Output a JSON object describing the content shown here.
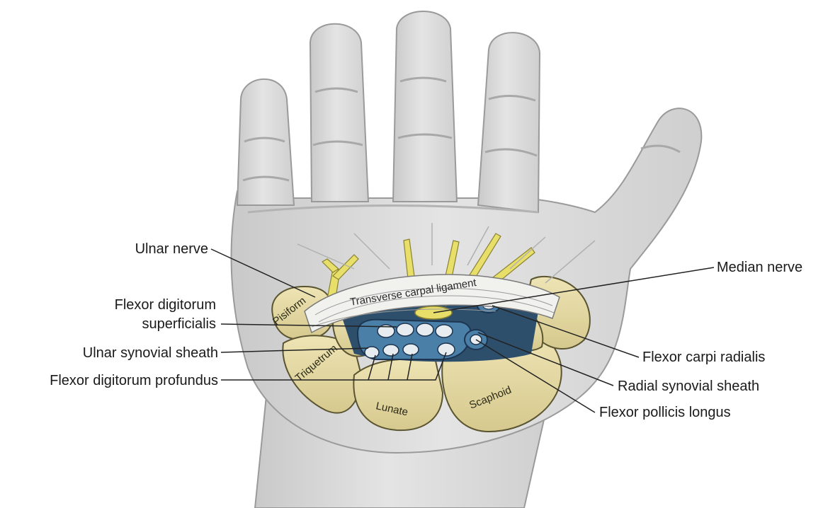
{
  "labels": {
    "ulnar_nerve": "Ulnar nerve",
    "fds_line1": "Flexor digitorum",
    "fds_line2": "superficialis",
    "ulnar_synovial_sheath": "Ulnar synovial sheath",
    "fdp": "Flexor digitorum profundus",
    "median_nerve": "Median nerve",
    "flexor_carpi_radialis": "Flexor carpi radialis",
    "radial_synovial_sheath": "Radial synovial sheath",
    "flexor_pollicis_longus": "Flexor pollicis longus"
  },
  "structure_labels": {
    "transverse_carpal_ligament": "Transverse carpal ligament",
    "pisiform": "Pisiform",
    "triquetrum": "Triquetrum",
    "lunate": "Lunate",
    "scaphoid": "Scaphoid"
  },
  "colors": {
    "hand": "#dcdcdc",
    "hand_shadow": "#bdbdbd",
    "bone": "#e4d9a4",
    "bone_edge": "#5a5430",
    "nerve": "#e8df6a",
    "sheath": "#3a6f9a",
    "ligament": "#f1f1ee",
    "leader": "#222222"
  }
}
